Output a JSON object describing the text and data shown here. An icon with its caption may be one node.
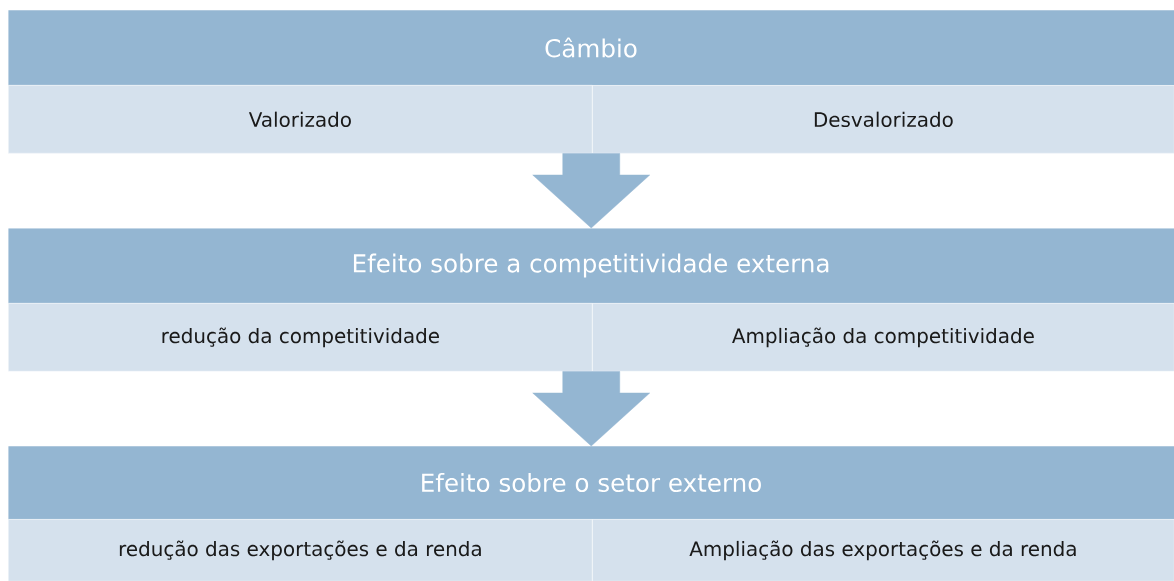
{
  "diagram": {
    "nodes": [
      {
        "text": [
          "Câmbio"
        ]
      },
      {
        "text": [
          "Valorizado"
        ],
        "in": 0
      },
      {
        "text": [
          "Desvalorizado"
        ],
        "in": 0
      },
      {
        "text": [
          "Efeito sobre a competitividade externa"
        ]
      },
      {
        "text": [
          "redução da competitividade"
        ],
        "in": 3
      },
      {
        "text": [
          "Ampliação da competitividade"
        ],
        "in": 3
      },
      {
        "text": [
          "Efeito sobre o setor externo"
        ]
      },
      {
        "text": [
          "redução das exportações e da renda"
        ],
        "in": 6
      },
      {
        "text": [
          "Ampliação das exportações e da renda"
        ],
        "in": 6
      }
    ],
    "edges": [
      {
        "from": 0,
        "to": 3,
        "arrow": "to"
      },
      {
        "from": 3,
        "to": 6,
        "arrow": "to"
      }
    ]
  }
}
